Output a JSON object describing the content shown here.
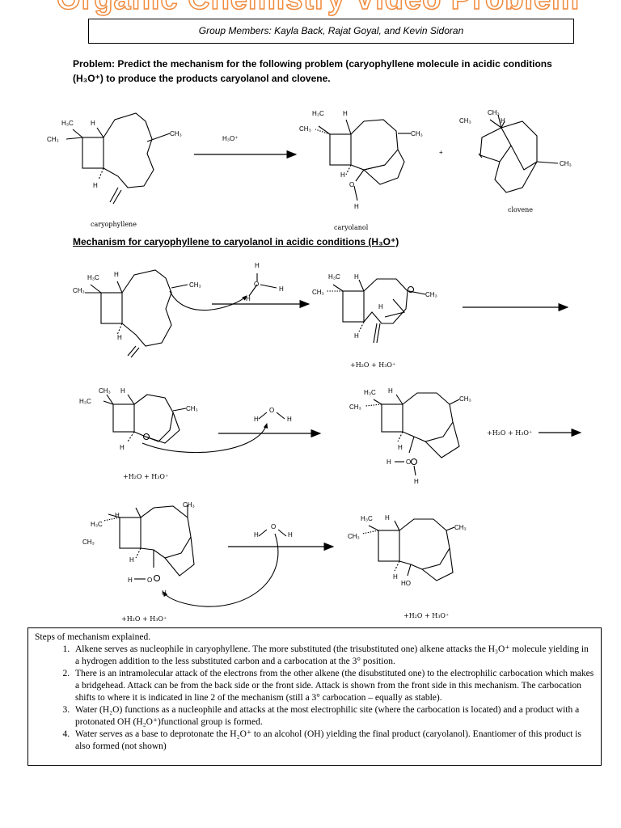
{
  "title": "Organic Chemistry Video Problem",
  "members": "Group Members: Kayla Back, Rajat Goyal, and Kevin Sidoran",
  "problem": "Problem: Predict the mechanism for the following problem (caryophyllene molecule in acidic conditions (H₃O⁺) to produce the products caryolanol and clovene.",
  "mechanism_heading": "Mechanism for caryophyllene to caryolanol in acidic conditions (H₃O⁺)",
  "labels": {
    "caryophyllene": "caryophyllene",
    "caryolanol": "caryolanol",
    "clovene": "clovene",
    "reagent": "H₃O⁺",
    "plus": "+",
    "byproducts": "+H₂O + H₃O⁺",
    "ch3": "CH₃",
    "h3c": "H₃C",
    "h": "H",
    "o": "O",
    "ho": "HO"
  },
  "steps": {
    "intro": "Steps of mechanism explained.",
    "items": [
      "Alkene serves as nucleophile in caryophyllene. The more substituted (the trisubstituted one) alkene attacks the H₃O⁺ molecule yielding in a hydrogen addition to the less substituted carbon and a carbocation at the 3° position.",
      "There is an intramolecular attack of the electrons from the other alkene (the disubstituted one) to the electrophilic carbocation which makes a bridgehead. Attack can be from the back side or the front side. Attack is shown from the front side in this mechanism. The carbocation shifts to where it is indicated in line 2 of the mechanism (still a 3° carbocation – equally as stable).",
      "Water (H₂O) functions as a nucleophile and attacks at the most electrophilic site (where the carbocation is located) and a product with a protonated OH (H₂O⁺)functional group is formed.",
      "Water serves as a base to deprotonate the H₂O⁺ to an alcohol (OH) yielding the final product (caryolanol). Enantiomer of this product is also formed (not shown)"
    ]
  }
}
